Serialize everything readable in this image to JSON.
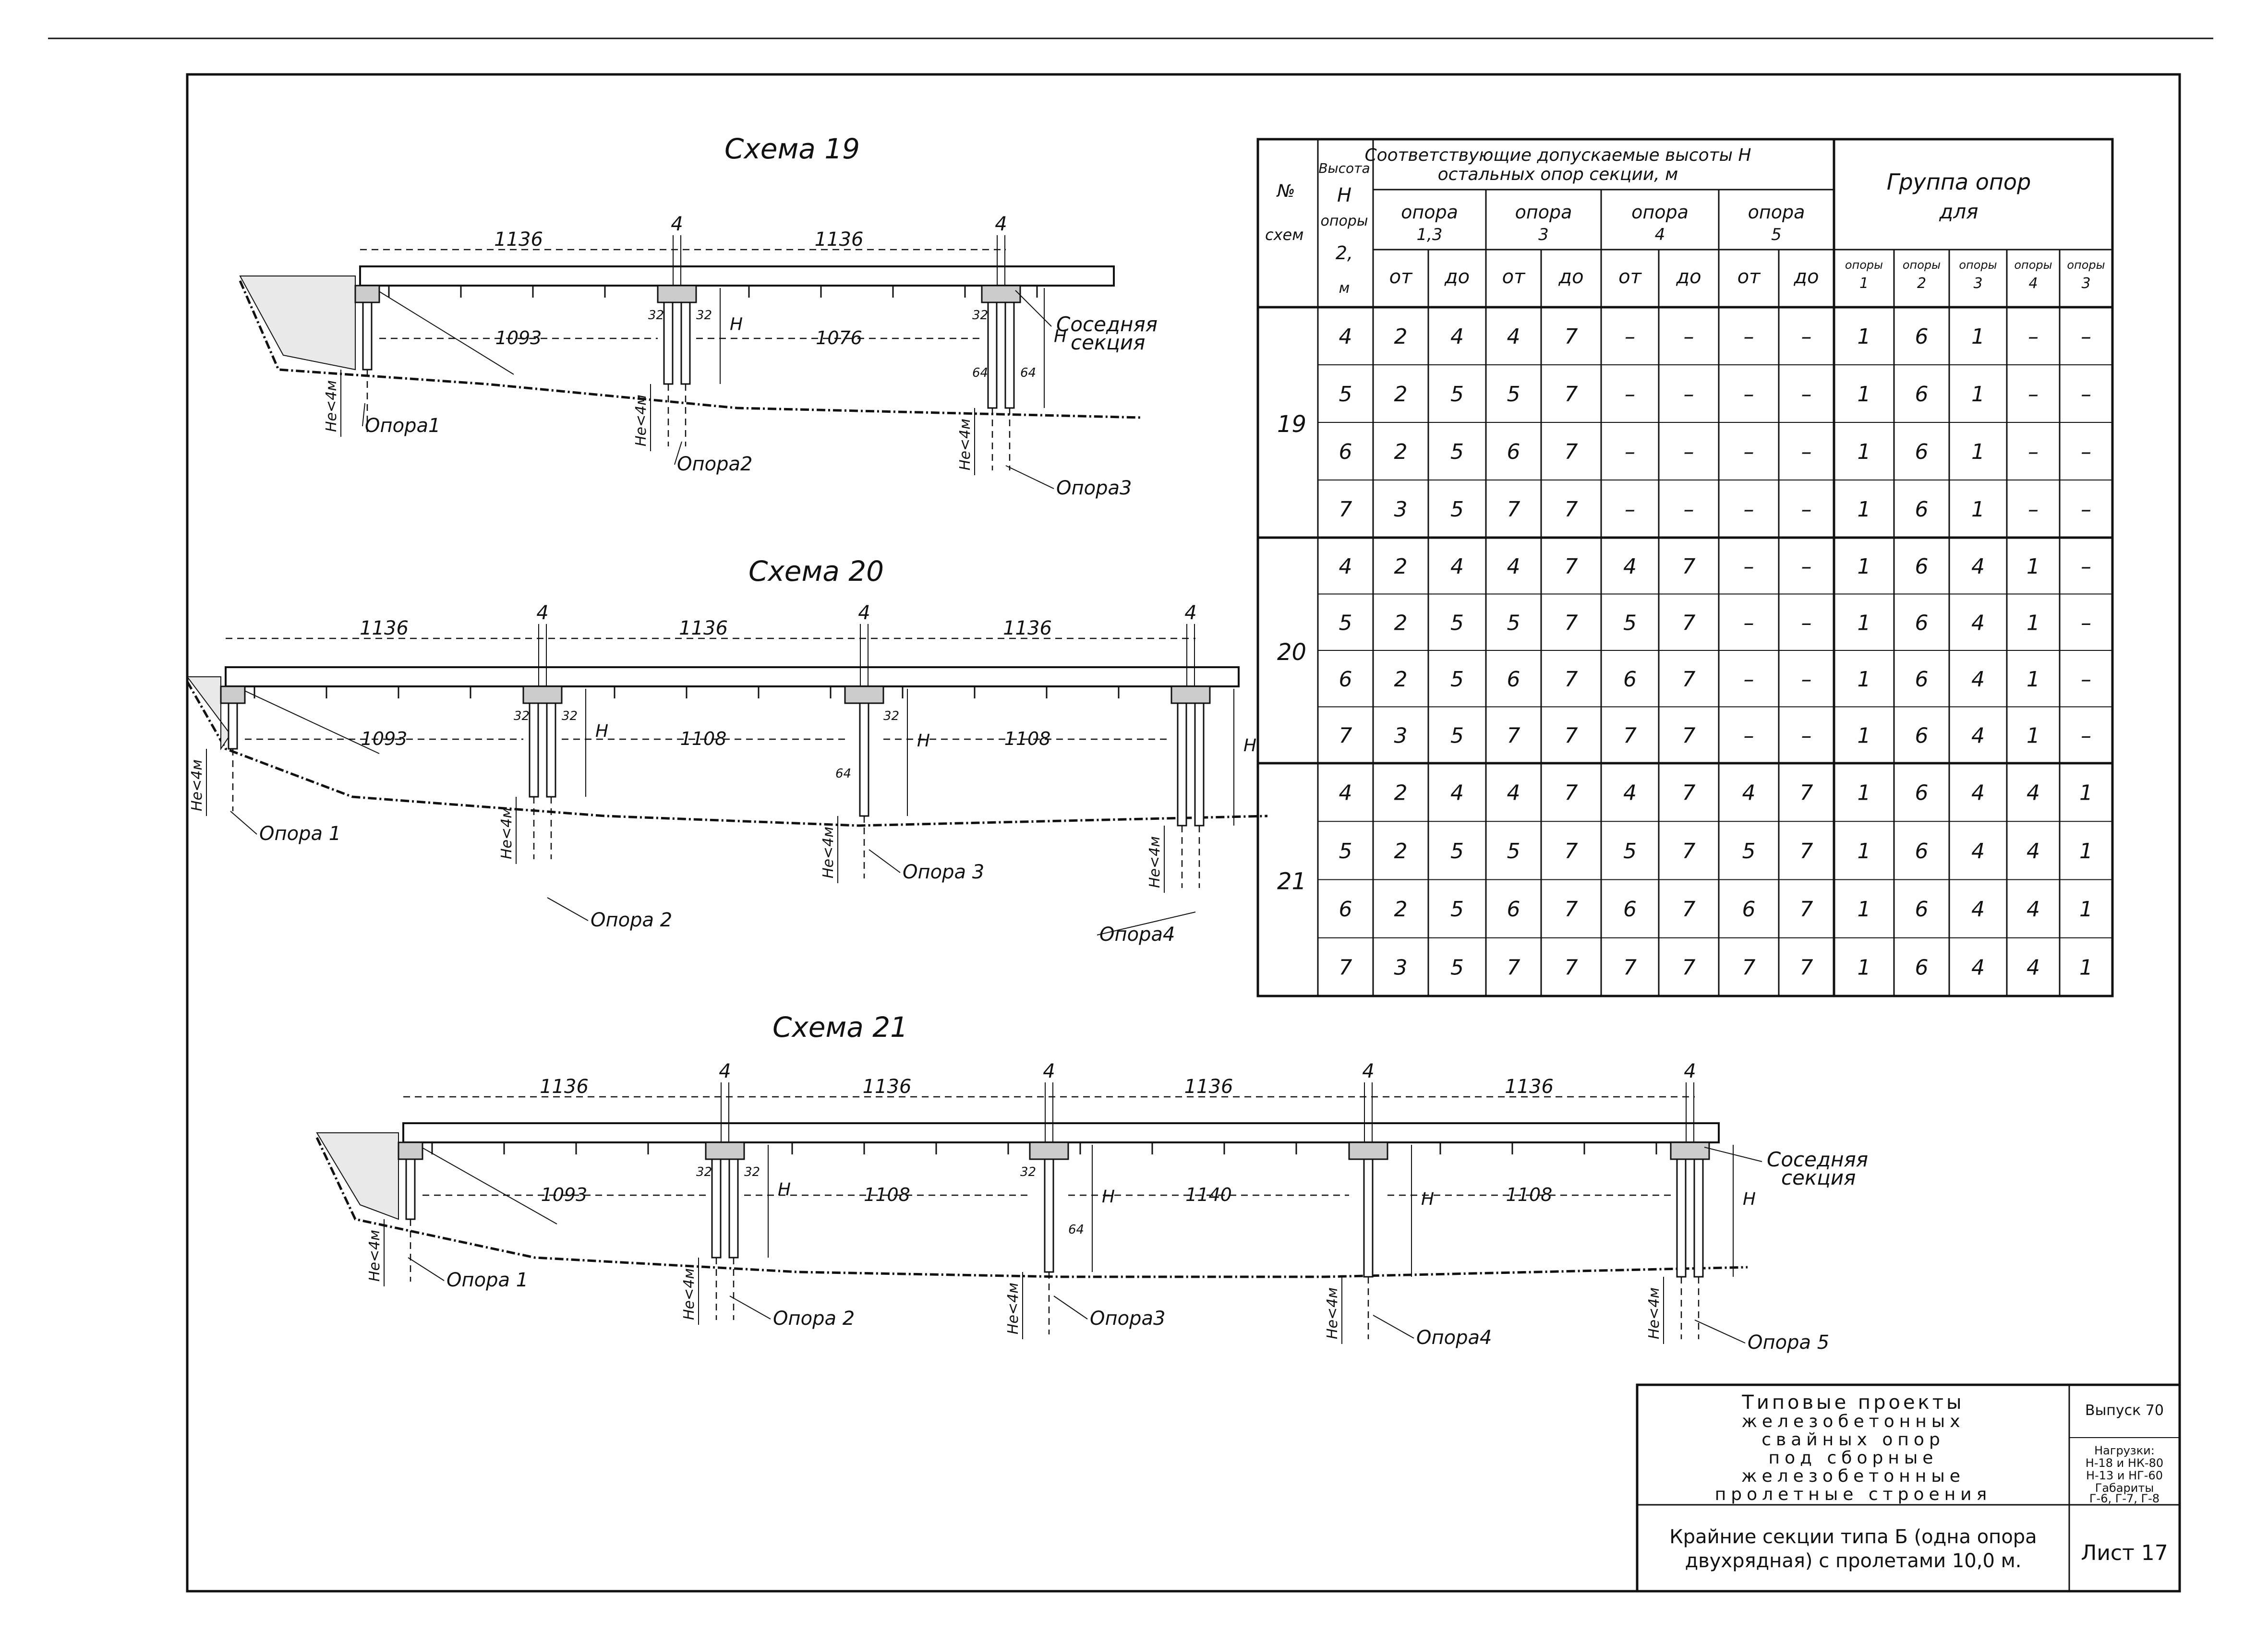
{
  "schemes": [
    {
      "title": "Схема 19",
      "span_labels": [
        "1136",
        "1136"
      ],
      "joint_labels": [
        "4",
        "4"
      ],
      "clear_spans": [
        "1093",
        "1076"
      ],
      "dim_small": [
        "32",
        "32",
        "32",
        "64",
        "64"
      ],
      "height_label": "H",
      "depth_label": "He<4м",
      "adjacent_label": "Соседняя\nсекция",
      "supports": [
        "Опора1",
        "Опора2",
        "Опора3"
      ]
    },
    {
      "title": "Схема 20",
      "span_labels": [
        "1136",
        "1136",
        "1136"
      ],
      "joint_labels": [
        "4",
        "4",
        "4"
      ],
      "clear_spans": [
        "1093",
        "1108",
        "1108"
      ],
      "dim_small": [
        "32",
        "32",
        "64",
        "32"
      ],
      "height_label": "H",
      "depth_label": "He<4м",
      "supports": [
        "Опора 1",
        "Опора 2",
        "Опора 3",
        "Опора4"
      ]
    },
    {
      "title": "Схема 21",
      "span_labels": [
        "1136",
        "1136",
        "1136",
        "1136"
      ],
      "joint_labels": [
        "4",
        "4",
        "4",
        "4"
      ],
      "clear_spans": [
        "1093",
        "1108",
        "1140",
        "1108"
      ],
      "dim_small": [
        "32",
        "32",
        "32",
        "64"
      ],
      "height_label": "H",
      "depth_label": "He<4м",
      "adjacent_label": "Соседняя\nсекция",
      "supports": [
        "Опора 1",
        "Опора 2",
        "Опора3",
        "Опора4",
        "Опора 5"
      ]
    }
  ],
  "table": {
    "header": {
      "col_scheme": "№ схем",
      "col_height": "Высота H опоры 2, м",
      "allowed_heights": "Соответствующие допускаемые высоты H остальных опор секции, м",
      "supports": [
        "опора 1,3",
        "опора 3",
        "опора 4",
        "опора 5"
      ],
      "from": "от",
      "to": "до",
      "group_title": "Группа опор для",
      "group_cols": [
        "опоры 1",
        "опоры 2",
        "опоры 3",
        "опоры 4",
        "опоры 3"
      ]
    },
    "groups": [
      {
        "scheme": "19",
        "rows": [
          [
            "4",
            "2",
            "4",
            "4",
            "7",
            "–",
            "–",
            "–",
            "–",
            "1",
            "6",
            "1",
            "–",
            "–"
          ],
          [
            "5",
            "2",
            "5",
            "5",
            "7",
            "–",
            "–",
            "–",
            "–",
            "1",
            "6",
            "1",
            "–",
            "–"
          ],
          [
            "6",
            "2",
            "5",
            "6",
            "7",
            "–",
            "–",
            "–",
            "–",
            "1",
            "6",
            "1",
            "–",
            "–"
          ],
          [
            "7",
            "3",
            "5",
            "7",
            "7",
            "–",
            "–",
            "–",
            "–",
            "1",
            "6",
            "1",
            "–",
            "–"
          ]
        ]
      },
      {
        "scheme": "20",
        "rows": [
          [
            "4",
            "2",
            "4",
            "4",
            "7",
            "4",
            "7",
            "–",
            "–",
            "1",
            "6",
            "4",
            "1",
            "–"
          ],
          [
            "5",
            "2",
            "5",
            "5",
            "7",
            "5",
            "7",
            "–",
            "–",
            "1",
            "6",
            "4",
            "1",
            "–"
          ],
          [
            "6",
            "2",
            "5",
            "6",
            "7",
            "6",
            "7",
            "–",
            "–",
            "1",
            "6",
            "4",
            "1",
            "–"
          ],
          [
            "7",
            "3",
            "5",
            "7",
            "7",
            "7",
            "7",
            "–",
            "–",
            "1",
            "6",
            "4",
            "1",
            "–"
          ]
        ]
      },
      {
        "scheme": "21",
        "rows": [
          [
            "4",
            "2",
            "4",
            "4",
            "7",
            "4",
            "7",
            "4",
            "7",
            "1",
            "6",
            "4",
            "4",
            "1"
          ],
          [
            "5",
            "2",
            "5",
            "5",
            "7",
            "5",
            "7",
            "5",
            "7",
            "1",
            "6",
            "4",
            "4",
            "1"
          ],
          [
            "6",
            "2",
            "5",
            "6",
            "7",
            "6",
            "7",
            "6",
            "7",
            "1",
            "6",
            "4",
            "4",
            "1"
          ],
          [
            "7",
            "3",
            "5",
            "7",
            "7",
            "7",
            "7",
            "7",
            "7",
            "1",
            "6",
            "4",
            "4",
            "1"
          ]
        ]
      }
    ]
  },
  "title_block": {
    "project": [
      "Типовые проекты",
      "железобетонных",
      "свайных опор",
      "под сборные",
      "железобетонные",
      "пролетные строения"
    ],
    "issue": "Выпуск 70",
    "loads": [
      "Нагрузки:",
      "Н-18 и НК-80",
      "Н-13 и НГ-60",
      "Габариты",
      "Г-6, Г-7, Г-8"
    ],
    "description": [
      "Крайние секции типа Б (одна опора",
      "двухрядная) с пролетами 10,0 м."
    ],
    "sheet": "Лист 17"
  }
}
